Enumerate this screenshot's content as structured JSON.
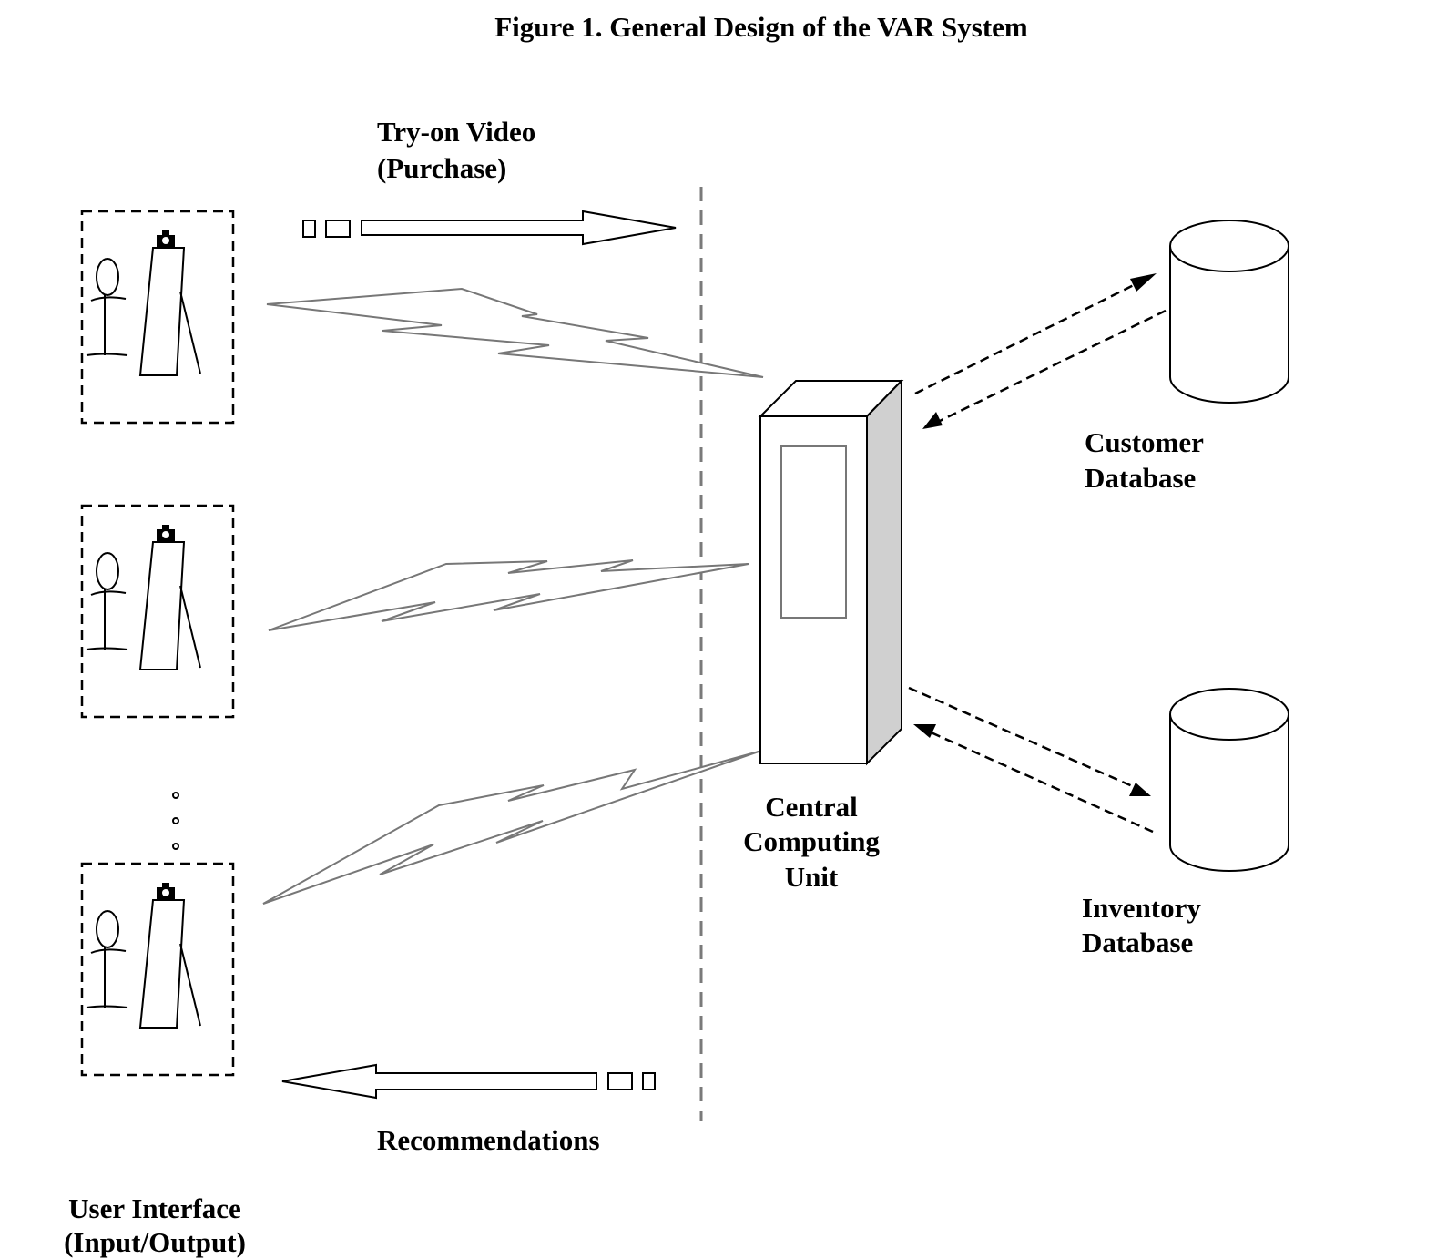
{
  "title": "Figure 1. General Design of the VAR System",
  "labels": {
    "try_on_video_line1": "Try-on Video",
    "try_on_video_line2": "(Purchase)",
    "recommendations": "Recommendations",
    "central_line1": "Central",
    "central_line2": "Computing",
    "central_line3": "Unit",
    "customer_db_line1": "Customer",
    "customer_db_line2": "Database",
    "inventory_db_line1": "Inventory",
    "inventory_db_line2": "Database",
    "user_interface_line1": "User Interface",
    "user_interface_line2": "(Input/Output)"
  },
  "kiosk_count_shown": 3,
  "icons": {
    "kiosk_figure": "stick-figure-with-mirror-icon",
    "camera": "camera-icon",
    "database": "cylinder-database-icon",
    "server": "server-tower-icon",
    "wireless": "lightning-bolt-link-icon"
  },
  "colors": {
    "ink": "#000000",
    "wireless_link": "#777777",
    "divider": "#7a7a7a",
    "server_side": "#d0d0d0"
  }
}
